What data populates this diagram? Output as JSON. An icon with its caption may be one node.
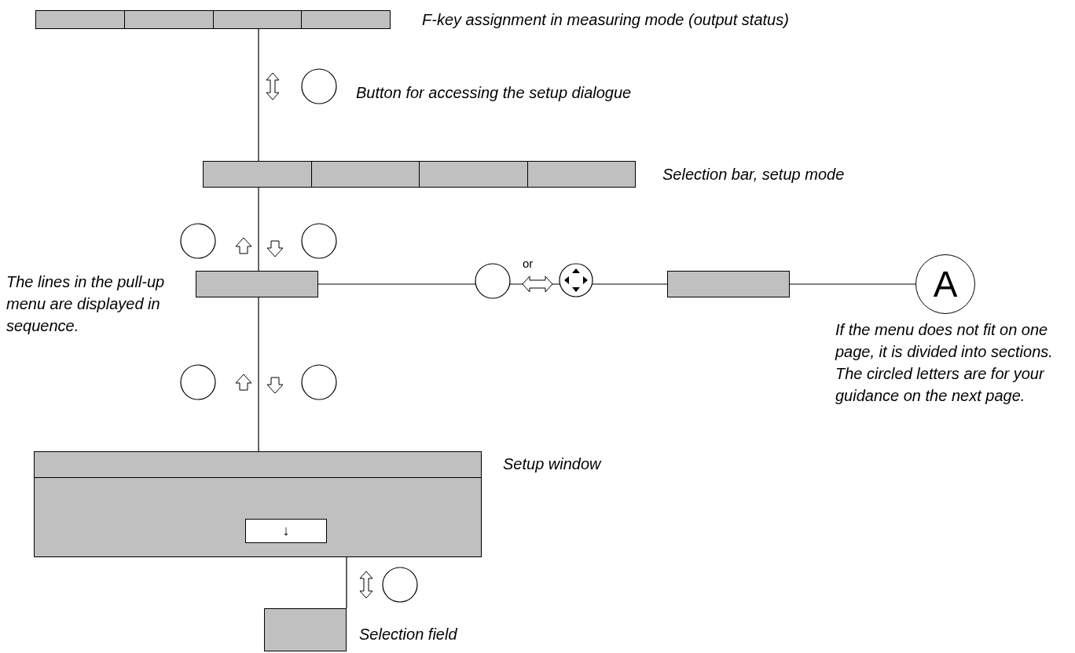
{
  "diagram": {
    "nodes": [
      {
        "text": [],
        "shape": "bar",
        "beside": [
          "F-key assignment in measuring mode (output status)"
        ]
      },
      {
        "text": [],
        "shape": "bar",
        "beside": [
          "Selection bar, setup mode"
        ]
      },
      {
        "text": [],
        "shape": "box",
        "beside": [
          "The lines in the pull-up menu are displayed in sequence."
        ]
      },
      {
        "text": [],
        "shape": "box"
      },
      {
        "text": [
          "A"
        ],
        "beside": [
          "If the menu does not fit on one page, it is divided into sections. The circled letters are for your guidance on the next page."
        ]
      },
      {
        "text": [],
        "shape": "box",
        "beside": [
          "Setup window"
        ]
      },
      {
        "text": [
          "↓"
        ],
        "in": 5
      },
      {
        "text": [],
        "shape": "box",
        "beside": [
          "Selection field"
        ]
      }
    ],
    "edges": [
      {
        "from": 0,
        "to": 1,
        "arrow": "none"
      },
      {
        "from": 1,
        "to": 2,
        "arrow": "none"
      },
      {
        "from": 2,
        "to": 5,
        "arrow": "none"
      },
      {
        "from": 2,
        "to": 3,
        "arrow": "none"
      },
      {
        "from": 3,
        "to": 4,
        "arrow": "none"
      },
      {
        "from": 6,
        "to": 7,
        "arrow": "none"
      }
    ],
    "labels": [
      "Button for accessing the setup dialogue",
      "or"
    ]
  }
}
